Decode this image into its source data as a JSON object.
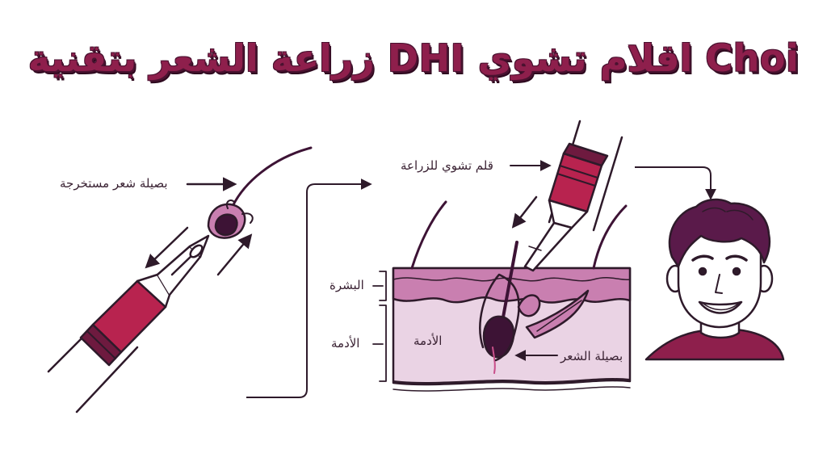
{
  "title": "زراعة الشعر بتقنية DHI اقلام تشوي Choi",
  "labels": {
    "extracted_follicle": "بصيلة شعر مستخرجة",
    "choi_pen": "قلم تشوي للزراعة",
    "epidermis": "البشرة",
    "dermis_side": "الأدمة",
    "dermis_inner": "الأدمة",
    "hair_follicle": "بصيلة الشعر"
  },
  "colors": {
    "ink": "#2e1a2a",
    "brand": "#8e1f4c",
    "pen_red": "#b8234f",
    "pen_band": "#6e1a3f",
    "epidermis": "#c97fb0",
    "dermis": "#ead3e4",
    "hair": "#3d1335",
    "skin": "#ffffff"
  },
  "icons": {
    "left": "choi-pen-extraction-icon",
    "center": "scalp-implant-cross-section-icon",
    "right": "smiling-man-result-icon"
  }
}
